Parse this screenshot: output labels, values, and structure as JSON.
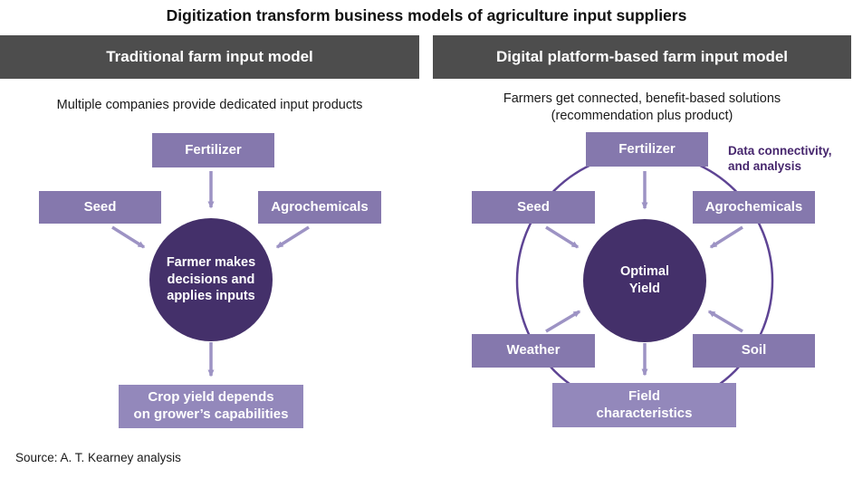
{
  "title": "Digitization transform business models of agriculture input suppliers",
  "source": "Source: A. T. Kearney analysis",
  "colors": {
    "header_bar": "#4d4d4d",
    "input_box": "#8578ad",
    "outcome_box": "#9388bb",
    "center_circle": "#44306a",
    "ring": "#5e4494",
    "arrow": "#9d93c4",
    "annotation_text": "#47276e"
  },
  "left_panel": {
    "header": "Traditional farm input model",
    "subtitle": "Multiple companies provide dedicated input products",
    "boxes": {
      "fertilizer": "Fertilizer",
      "seed": "Seed",
      "agrochemicals": "Agrochemicals"
    },
    "center_circle": "Farmer makes\ndecisions and\napplies inputs",
    "outcome": "Crop yield depends\non grower’s capabilities"
  },
  "right_panel": {
    "header": "Digital platform-based farm input model",
    "subtitle": "Farmers get connected, benefit-based solutions\n(recommendation plus product)",
    "annotation": "Data connectivity,\nand analysis",
    "boxes": {
      "fertilizer": "Fertilizer",
      "seed": "Seed",
      "agrochemicals": "Agrochemicals",
      "weather": "Weather",
      "soil": "Soil"
    },
    "center_circle": "Optimal\nYield",
    "outcome": "Field\ncharacteristics"
  }
}
